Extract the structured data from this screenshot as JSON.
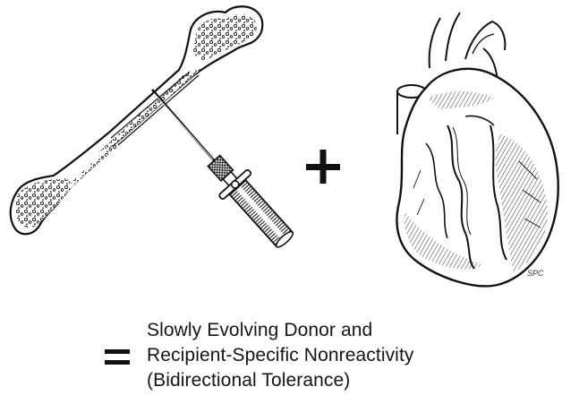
{
  "figure": {
    "left_item": "bone-marrow-aspiration-needle",
    "right_item": "heart",
    "operator_plus": "+",
    "operator_equals": "=",
    "caption_lines": [
      "Slowly Evolving Donor and",
      "Recipient-Specific Nonreactivity",
      "(Bidirectional Tolerance)"
    ],
    "artist_initials": "SPC"
  },
  "colors": {
    "ink": "#111111",
    "paper": "#ffffff"
  }
}
